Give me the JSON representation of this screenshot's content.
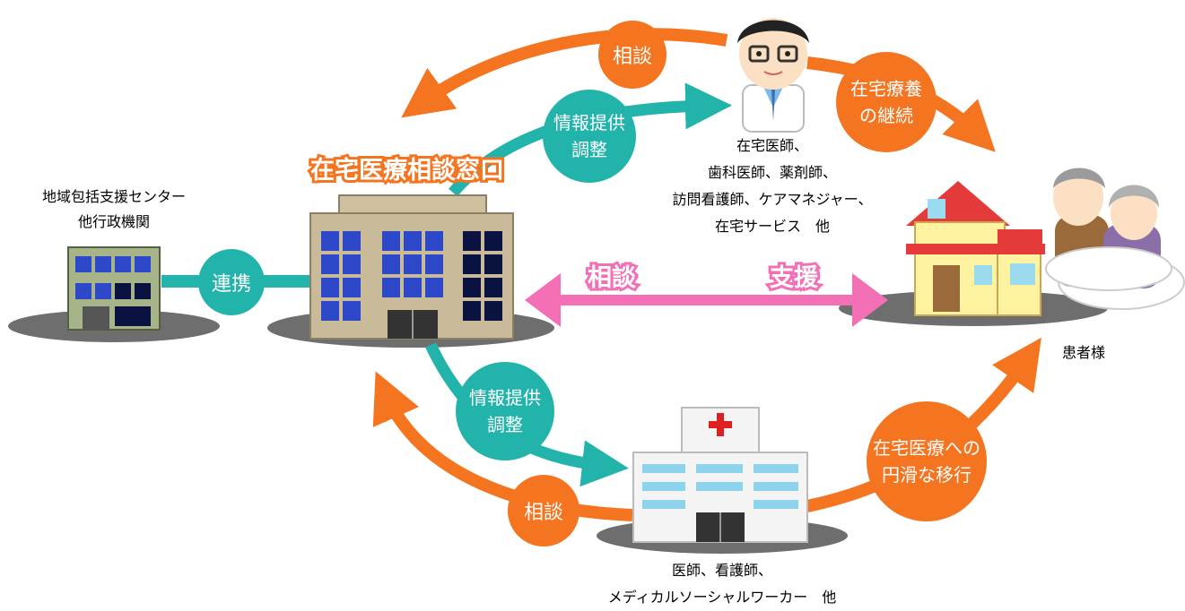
{
  "center_title": "在宅医療相談窓口",
  "left_org": {
    "line1": "地域包括支援センター",
    "line2": "他行政機関"
  },
  "link_label": "連携",
  "doctor_group": {
    "line1": "在宅医師、",
    "line2": "歯科医師、薬剤師、",
    "line3": "訪問看護師、ケアマネジャー、",
    "line4": "在宅サービス　他"
  },
  "hospital_group": {
    "line1": "医師、看護師、",
    "line2": "メディカルソーシャルワーカー　他"
  },
  "patient_label": "患者様",
  "top_consult": "相談",
  "bottom_consult": "相談",
  "info_top": {
    "line1": "情報提供",
    "line2": "調整"
  },
  "info_bottom": {
    "line1": "情報提供",
    "line2": "調整"
  },
  "continue_care": {
    "line1": "在宅療養",
    "line2": "の継続"
  },
  "smooth_transition": {
    "line1": "在宅医療への",
    "line2": "円滑な移行"
  },
  "pink_left": "相談",
  "pink_right": "支援",
  "colors": {
    "orange": "#F5741F",
    "teal": "#22B3AB",
    "pink": "#F36FB6",
    "shadow": "#6E6E6E"
  }
}
